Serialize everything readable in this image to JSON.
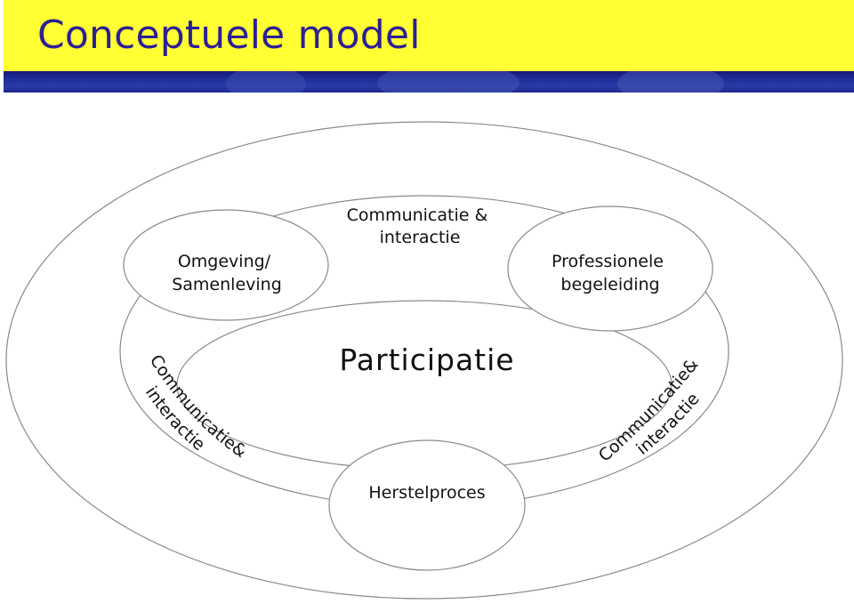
{
  "slide": {
    "title": "Conceptuele model"
  },
  "diagram": {
    "center_label": "Participatie",
    "top_left_label": [
      "Omgeving/",
      "Samenleving"
    ],
    "top_center_label": [
      "Communicatie &",
      "interactie"
    ],
    "top_right_label": [
      "Professionele",
      "begeleiding"
    ],
    "bottom_label": "Herstelproces",
    "left_arc_label": [
      "Communicatie&",
      "interactie"
    ],
    "right_arc_label": [
      "Communicatie&",
      "interactie"
    ]
  },
  "colors": {
    "title_bar": "#ffff33",
    "title_text": "#2d1f93",
    "strip": "#1e2e9a",
    "outline": "#7a7a7a"
  }
}
